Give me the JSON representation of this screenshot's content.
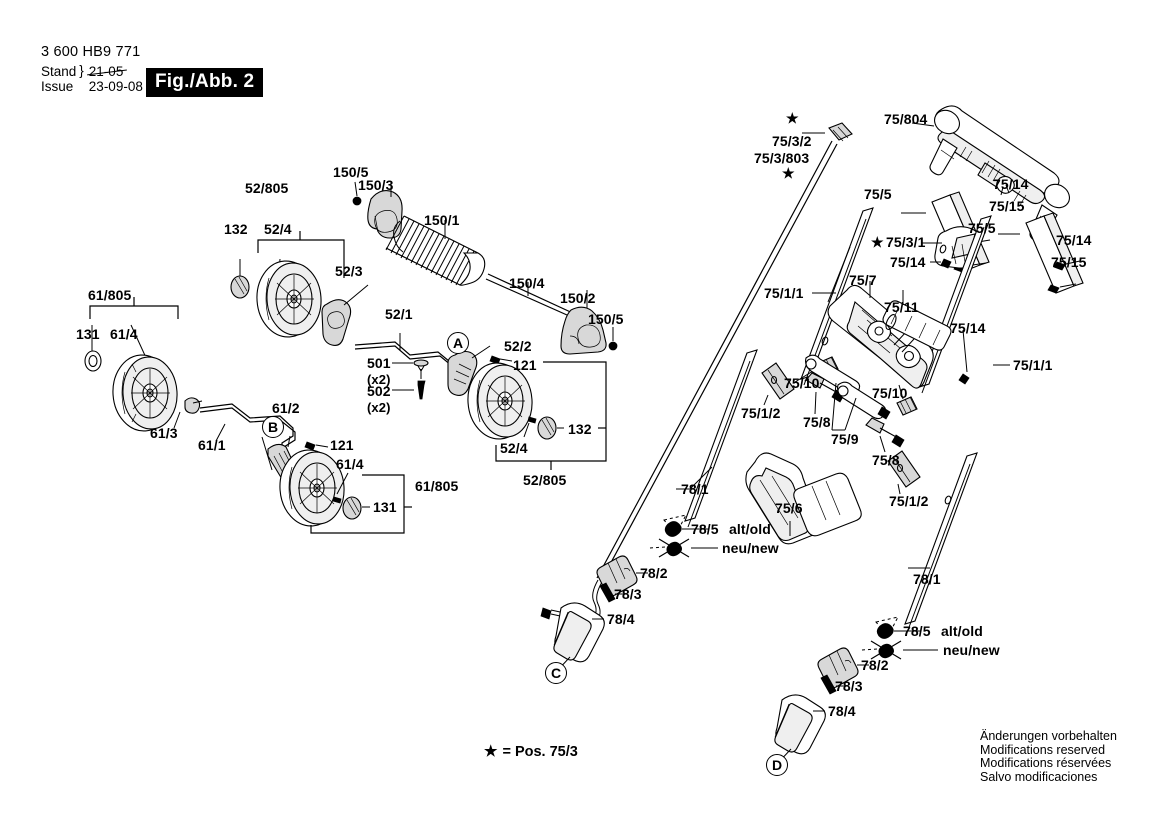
{
  "header": {
    "part_number": "3 600 HB9 771",
    "stand_label": "Stand",
    "issue_label": "Issue",
    "stand_date": "21-05",
    "issue_date": "23-09-08",
    "figure_label": "Fig./Abb. 2"
  },
  "footer": {
    "star_symbol": "★",
    "star_note": "= Pos.  75/3",
    "disclaimer": [
      "Änderungen vorbehalten",
      "Modifications reserved",
      "Modifications réservées",
      "Salvo modificaciones"
    ]
  },
  "callout_letters": [
    "A",
    "B",
    "C",
    "D"
  ],
  "labels": {
    "left_wheel": {
      "group": "61/805",
      "cap": "131",
      "screw": "61/4",
      "axle_clip": "61/3",
      "rod": "61/1"
    },
    "lower_left_wheel": {
      "bracket": "61/2",
      "clip": "121",
      "screw": "61/4",
      "cap": "131",
      "group": "61/805"
    },
    "upper_wheel": {
      "group": "52/805",
      "cap": "132",
      "screw": "52/4",
      "bracket": "52/3",
      "rod": "52/1"
    },
    "right_wheel": {
      "bracket": "52/2",
      "clip": "121",
      "screw": "52/4",
      "cap": "132",
      "group": "52/805"
    },
    "fasteners": {
      "washer": "501",
      "washer_qty": "(x2)",
      "screw": "502",
      "screw_qty": "(x2)"
    },
    "spring_assembly": {
      "end_cap_left": "150/5",
      "grip_left": "150/3",
      "spring": "150/1",
      "rod": "150/4",
      "grip_right": "150/2",
      "end_cap_right": "150/5"
    },
    "handle": {
      "cable": "75/3/2",
      "cable_alt": "75/3/803",
      "handlebar": "75/804",
      "grip_left": "75/5",
      "screw_a": "75/14",
      "screw_b": "75/15",
      "grip_right": "75/5",
      "screw_c": "75/14",
      "screw_d": "75/15",
      "clamp": "75/3/1",
      "clamp_screw": "75/14",
      "tube_upper_left": "75/1/1",
      "tube_upper_right": "75/1/1",
      "bracket": "75/7",
      "roller": "75/11",
      "nut_left": "75/10",
      "nut_right": "75/10",
      "screw_bracket": "75/14",
      "clip_left": "75/1/2",
      "clip_right": "75/1/2",
      "lever_left": "75/8",
      "lever_right": "75/8",
      "link": "75/9",
      "base": "75/6"
    },
    "lower_tube_left": {
      "tube": "78/1",
      "screw": "78/5",
      "screw_old": "alt/old",
      "screw_new": "neu/new",
      "clamp": "78/2",
      "pin": "78/3",
      "cap": "78/4"
    },
    "lower_tube_right": {
      "tube": "78/1",
      "screw": "78/5",
      "screw_old": "alt/old",
      "screw_new": "neu/new",
      "clamp": "78/2",
      "pin": "78/3",
      "cap": "78/4"
    },
    "star": "★"
  },
  "colors": {
    "ink": "#000000",
    "paper": "#ffffff",
    "fill_light": "#efefef",
    "fill_mid": "#d8d8d8"
  }
}
